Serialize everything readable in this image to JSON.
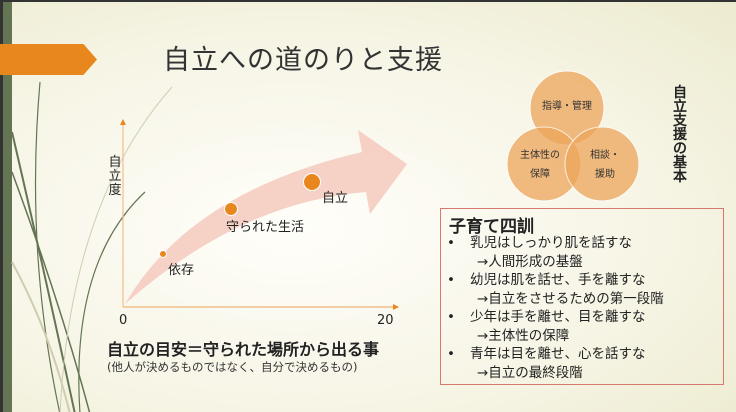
{
  "title": "自立への道のりと支援",
  "chart": {
    "ylabel": "自立度",
    "x_min_label": "0",
    "x_max_label": "20",
    "points": [
      {
        "label": "依存"
      },
      {
        "label": "守られた生活"
      },
      {
        "label": "自立"
      }
    ]
  },
  "note": "自立の目安＝守られた場所から出る事",
  "subnote": "(他人が決めるものではなく、自分で決めるもの)",
  "venn": {
    "title": "自立支援の基本",
    "circles": [
      {
        "label": "指導・管理"
      },
      {
        "label1": "主体性の",
        "label2": "保障"
      },
      {
        "label1": "相談・",
        "label2": "援助"
      }
    ]
  },
  "box": {
    "title": "子育て四訓",
    "items": [
      {
        "text": "乳児はしっかり肌を話すな",
        "sub": "→人間形成の基盤"
      },
      {
        "text": "幼児は肌を話せ、手を離すな",
        "sub": "→自立をさせるための第一段階"
      },
      {
        "text": "少年は手を離せ、目を離すな",
        "sub": "→主体性の保障"
      },
      {
        "text": "青年は目を離せ、心を話すな",
        "sub": "→自立の最終段階"
      }
    ]
  },
  "colors": {
    "accent": "#e8871e",
    "bar": "#637553",
    "border": "#d9786e"
  }
}
